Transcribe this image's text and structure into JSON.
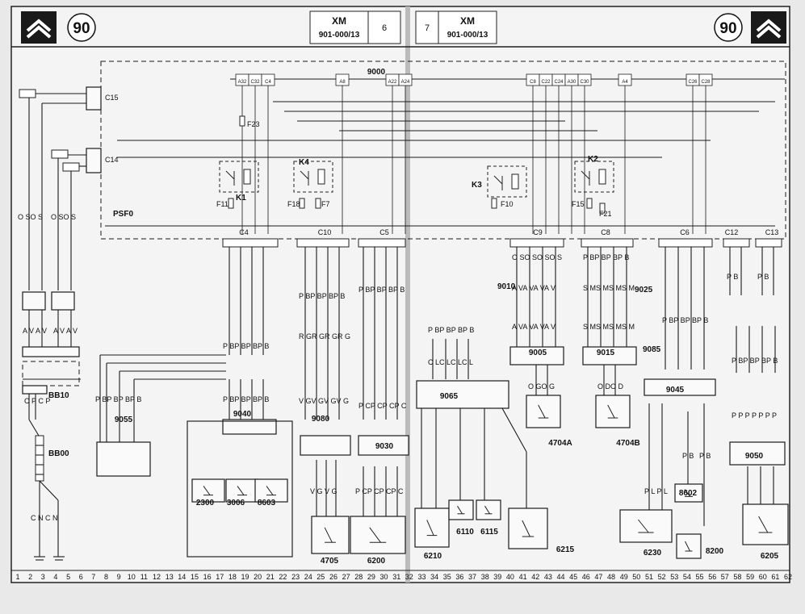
{
  "header": {
    "page_left": "90",
    "page_right": "90",
    "model": "XM",
    "ref": "901-000/13",
    "sheet_left": "6",
    "sheet_right": "7"
  },
  "bus": {
    "label": "9000",
    "zone": "PSF0"
  },
  "connectors_top": [
    "A32",
    "C32",
    "C4",
    "A8",
    "A22",
    "A24",
    "C8",
    "C22",
    "C24",
    "A30",
    "C30",
    "A4",
    "C26",
    "C28"
  ],
  "connectors_mid": [
    "C4",
    "C10",
    "C5",
    "C9",
    "C8",
    "C6",
    "C12",
    "C13"
  ],
  "relays": [
    "K1",
    "K4",
    "K3",
    "K2"
  ],
  "fuses": [
    "F23",
    "F11",
    "F18",
    "F7",
    "F10",
    "F15",
    "F21"
  ],
  "left_connectors": [
    "C15",
    "C14",
    "BB10",
    "BB00"
  ],
  "modules": [
    {
      "id": "9055"
    },
    {
      "id": "9040"
    },
    {
      "id": "9080"
    },
    {
      "id": "9030"
    },
    {
      "id": "9065"
    },
    {
      "id": "9005"
    },
    {
      "id": "9015"
    },
    {
      "id": "9045"
    },
    {
      "id": "9050"
    },
    {
      "id": "9010"
    },
    {
      "id": "9025"
    },
    {
      "id": "9085"
    }
  ],
  "components": [
    {
      "id": "2300"
    },
    {
      "id": "3006"
    },
    {
      "id": "8603"
    },
    {
      "id": "4705"
    },
    {
      "id": "6200"
    },
    {
      "id": "6210"
    },
    {
      "id": "6110"
    },
    {
      "id": "6115"
    },
    {
      "id": "6215"
    },
    {
      "id": "4704A"
    },
    {
      "id": "4704B"
    },
    {
      "id": "8602"
    },
    {
      "id": "6230"
    },
    {
      "id": "8200"
    },
    {
      "id": "6205"
    }
  ],
  "wire_codes": {
    "left_a": "O SO S",
    "left_b": "O SO S",
    "left_avav": "A V A V",
    "cpcp": "C P C P",
    "cncn": "C N  C N",
    "pbp": "P BP BP BP B",
    "rgr": "R GR GR GR G",
    "vgv": "V GV GV GV G",
    "vgvg": "V G V G",
    "pcp": "P CP CP CP C",
    "clc": "C LC LC LC L",
    "va": "A VA VA VA V",
    "oso": "O SO SO SO S",
    "pbpb": "P BP BP BP B",
    "ms": "S MS MS MS M",
    "ogo": "O GO G",
    "odo": "O DO D",
    "plpl": "P L P L",
    "pb": "P B",
    "ppp": "P P P P P P P"
  },
  "grid_numbers": [
    "1",
    "2",
    "3",
    "4",
    "5",
    "6",
    "7",
    "8",
    "9",
    "10",
    "11",
    "12",
    "13",
    "14",
    "15",
    "16",
    "17",
    "18",
    "19",
    "20",
    "21",
    "22",
    "23",
    "24",
    "25",
    "26",
    "27",
    "28",
    "29",
    "30",
    "31",
    "32",
    "33",
    "34",
    "35",
    "36",
    "37",
    "38",
    "39",
    "40",
    "41",
    "42",
    "43",
    "44",
    "45",
    "46",
    "47",
    "48",
    "49",
    "50",
    "51",
    "52",
    "53",
    "54",
    "55",
    "56",
    "57",
    "58",
    "59",
    "60",
    "61",
    "62"
  ]
}
